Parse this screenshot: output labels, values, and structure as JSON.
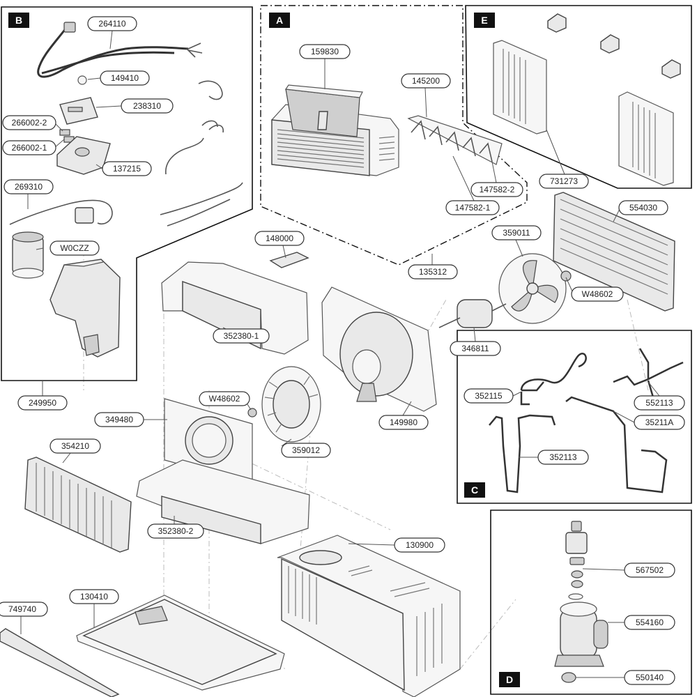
{
  "sections": {
    "A": "A",
    "B": "B",
    "C": "C",
    "D": "D",
    "E": "E"
  },
  "labels": {
    "p264110": "264110",
    "p149410": "149410",
    "p238310": "238310",
    "p266002_2": "266002-2",
    "p266002_1": "266002-1",
    "p137215": "137215",
    "p269310": "269310",
    "pW0CZZ": "W0CZZ",
    "p249950": "249950",
    "p159830": "159830",
    "p145200": "145200",
    "p147582_2": "147582-2",
    "p147582_1": "147582-1",
    "p135312": "135312",
    "p731273": "731273",
    "p148000": "148000",
    "p359011": "359011",
    "p554030": "554030",
    "pW48602_a": "W48602",
    "p352380_1": "352380-1",
    "p346811": "346811",
    "pW48602_b": "W48602",
    "p349480": "349480",
    "p359012": "359012",
    "p149980": "149980",
    "p354210": "354210",
    "p352380_2": "352380-2",
    "p352115": "352115",
    "p552113": "552113",
    "p35211A": "35211A",
    "p352113": "352113",
    "p130900": "130900",
    "p567502": "567502",
    "p554160": "554160",
    "p550140": "550140",
    "p749740": "749740",
    "p130410": "130410"
  }
}
